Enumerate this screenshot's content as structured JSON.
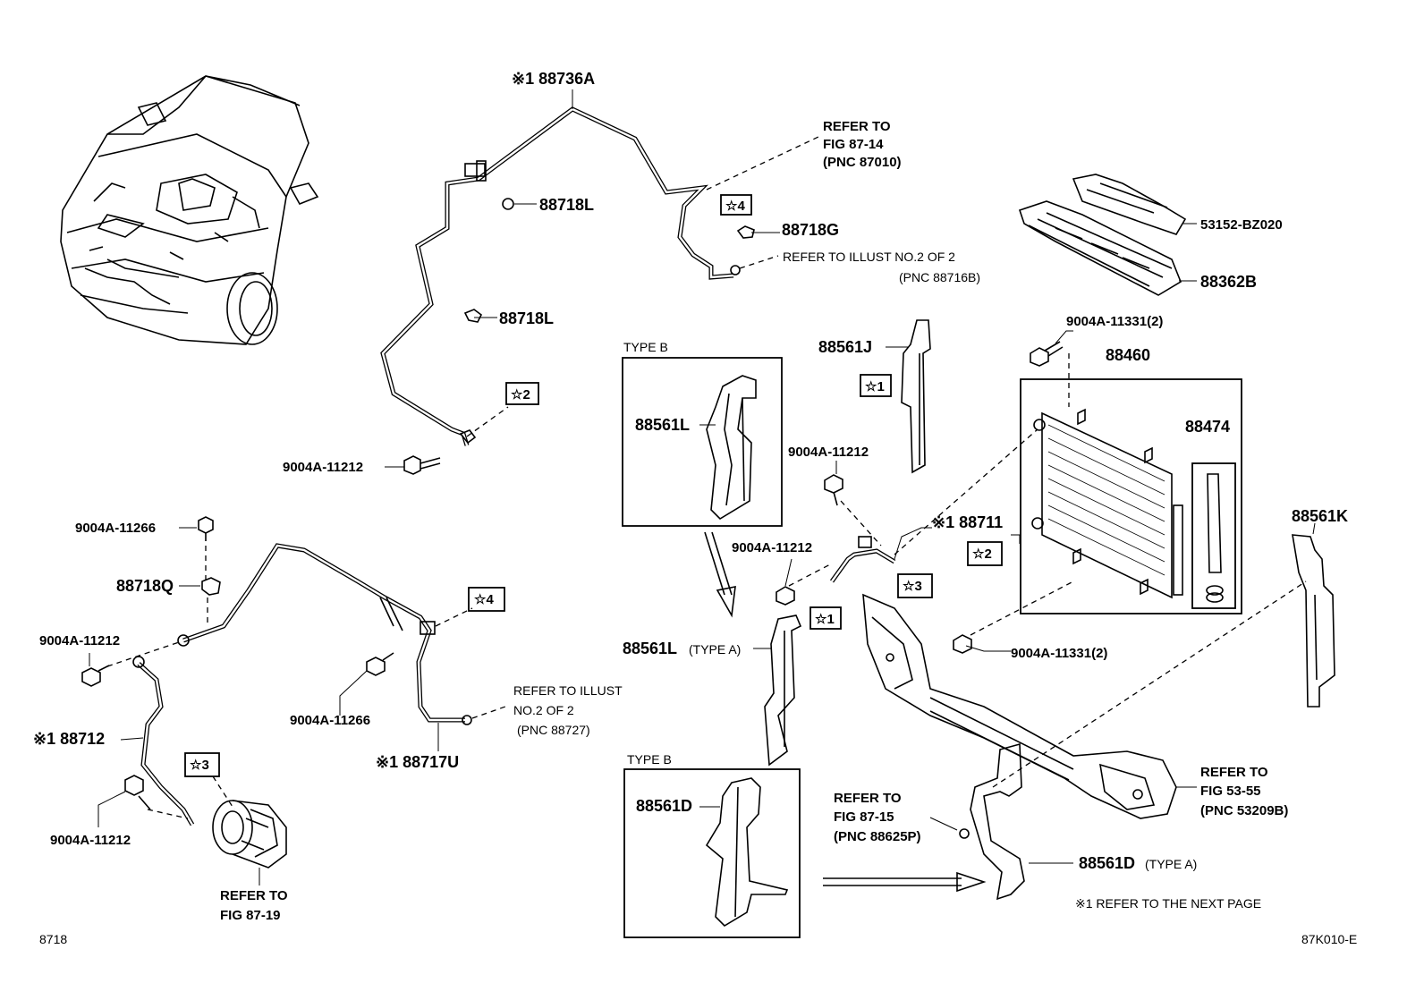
{
  "labels": {
    "p88736A": "※1 88736A",
    "p88718L_a": "88718L",
    "p88718L_b": "88718L",
    "p88718G": "88718G",
    "refer_87014_l1": "REFER TO",
    "refer_87014_l2": "FIG 87-14",
    "refer_87014_l3": "(PNC 87010)",
    "refer_illust_88716B_l1": "REFER TO ILLUST NO.2 OF 2",
    "refer_illust_88716B_l2": "(PNC 88716B)",
    "s4_top": "☆4",
    "s2_top": "☆2",
    "bolt_11212_top": "9004A-11212",
    "p53152": "53152-BZ020",
    "p88362B": "88362B",
    "bolt_11331_top": "9004A-11331(2)",
    "p88460": "88460",
    "p88474": "88474",
    "p88561J": "88561J",
    "s1_j": "☆1",
    "type_b_top": "TYPE B",
    "p88561L_box": "88561L",
    "bolt_11212_mid": "9004A-11212",
    "p88711": "※1 88711",
    "s2_cond": "☆2",
    "s3_mid": "☆3",
    "bolt_11212_mid2": "9004A-11212",
    "p88561K": "88561K",
    "bolt_11331_bot": "9004A-11331(2)",
    "bolt_11266_top": "9004A-11266",
    "p88718Q": "88718Q",
    "bolt_11212_left": "9004A-11212",
    "p88712": "※1 88712",
    "s3_left": "☆3",
    "s4_left": "☆4",
    "bolt_11266_mid": "9004A-11266",
    "refer_illust_88727_l1": "REFER TO ILLUST",
    "refer_illust_88727_l2": "NO.2 OF 2",
    "refer_illust_88727_l3": "(PNC 88727)",
    "p88717U": "※1 88717U",
    "bolt_11212_bot": "9004A-11212",
    "refer_87019_l1": "REFER TO",
    "refer_87019_l2": "FIG 87-19",
    "p88561L_typeA": "88561L",
    "typeA_a": "(TYPE A)",
    "s1_l": "☆1",
    "type_b_bot": "TYPE B",
    "p88561D_box": "88561D",
    "refer_87015_l1": "REFER TO",
    "refer_87015_l2": "FIG 87-15",
    "refer_87015_l3": "(PNC 88625P)",
    "p88561D_typeA": "88561D",
    "typeA_d": "(TYPE A)",
    "refer_5355_l1": "REFER TO",
    "refer_5355_l2": "FIG 53-55",
    "refer_5355_l3": "(PNC 53209B)",
    "next_page_note": "※1  REFER TO THE NEXT PAGE",
    "page_ref": "8718",
    "figure_code": "87K010-E"
  }
}
